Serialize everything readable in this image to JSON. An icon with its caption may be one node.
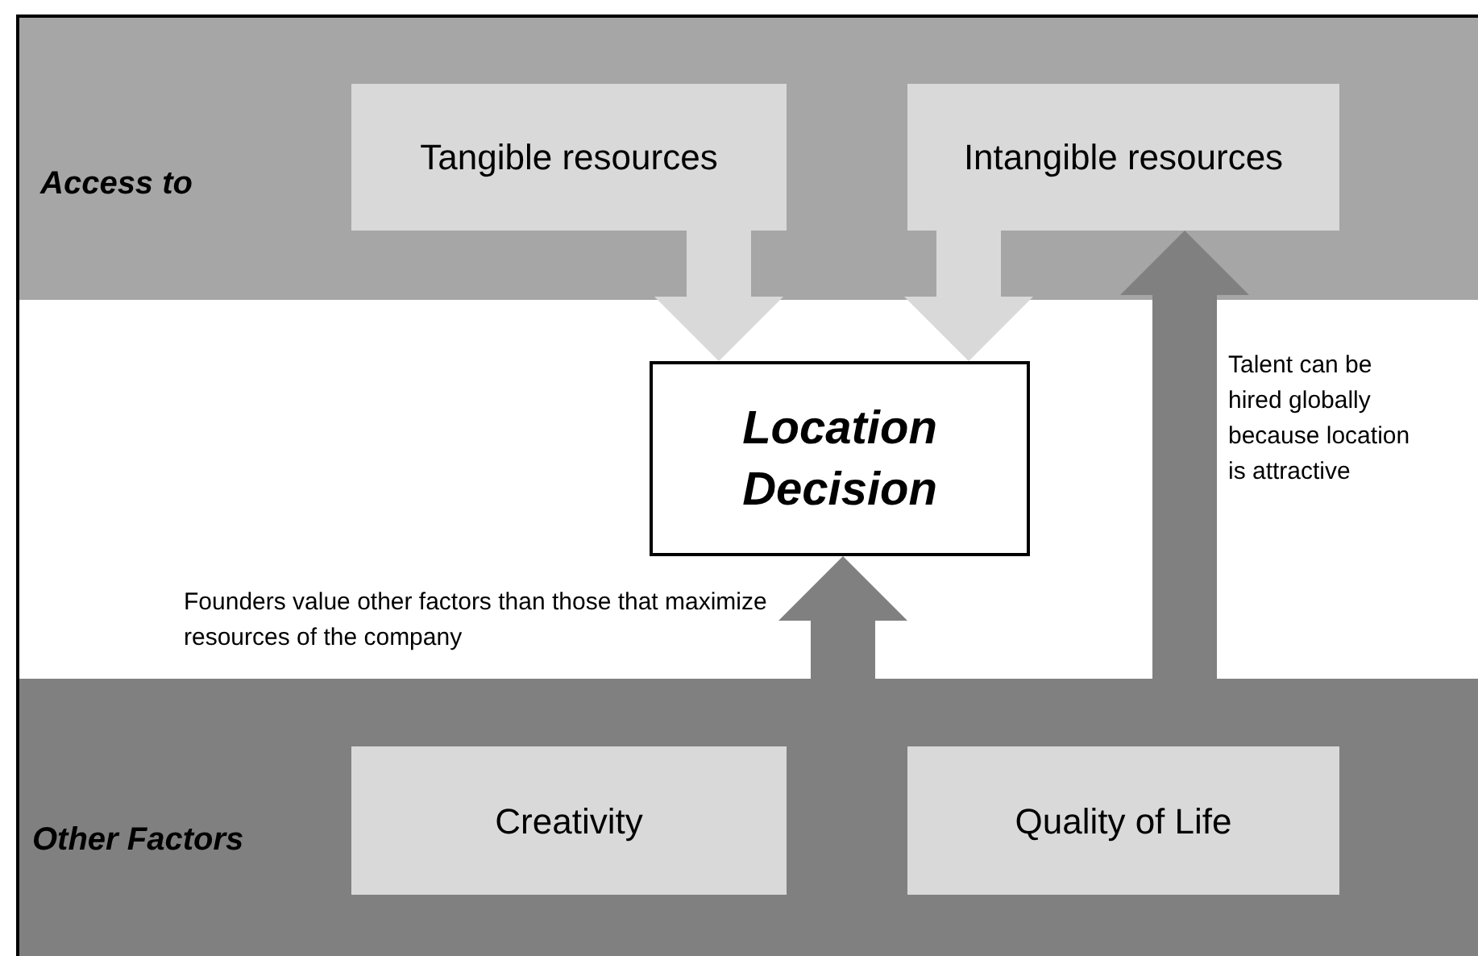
{
  "diagram": {
    "nodes": [
      {
        "text": [
          "Access to"
        ]
      },
      {
        "text": [
          "Tangible resources"
        ],
        "in": 0
      },
      {
        "text": [
          "Intangible resources"
        ],
        "in": 0
      },
      {
        "text": [
          "Location Decision"
        ]
      },
      {
        "text": [
          "Other Factors"
        ]
      },
      {
        "text": [
          "Creativity"
        ],
        "in": 4
      },
      {
        "text": [
          "Quality of Life"
        ],
        "in": 4
      }
    ],
    "edges": [
      {
        "from": 1,
        "to": 3,
        "arrow": "to",
        "color": "#d9d9d9"
      },
      {
        "from": 2,
        "to": 3,
        "arrow": "to",
        "color": "#d9d9d9"
      },
      {
        "from": 4,
        "to": 3,
        "arrow": "to",
        "color": "#808080",
        "label": "Founders value other factors than those that maximize resources of the company"
      },
      {
        "from": 6,
        "to": 2,
        "arrow": "to",
        "color": "#808080",
        "label": "Talent can be hired globally because location is attractive"
      }
    ]
  }
}
